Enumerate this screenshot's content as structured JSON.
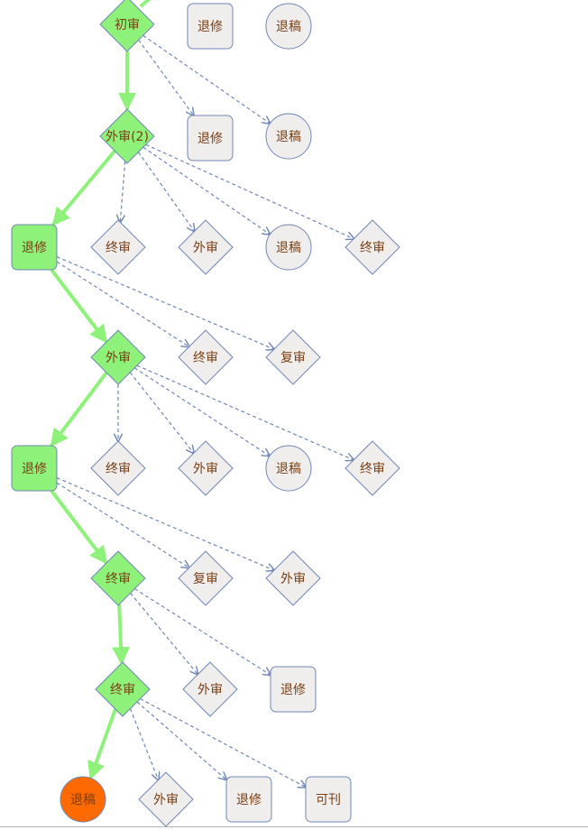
{
  "colors": {
    "path_fill": "#8ef27a",
    "path_edge": "#8ef27a",
    "alt_fill": "#f0eded",
    "node_stroke": "#6f87b7",
    "alt_edge": "#6f87b7",
    "label_color": "#7a3e12",
    "terminal_fill": "#ff6a00"
  },
  "diagram": {
    "nodes": [
      {
        "id": "n1",
        "label": "初审",
        "shape": "diamond",
        "state": "path"
      },
      {
        "id": "n1a",
        "label": "退修",
        "shape": "roundrect",
        "state": "alt"
      },
      {
        "id": "n1b",
        "label": "退稿",
        "shape": "circle",
        "state": "alt"
      },
      {
        "id": "n2",
        "label": "外审(2)",
        "shape": "diamond",
        "state": "path"
      },
      {
        "id": "n2a",
        "label": "退修",
        "shape": "roundrect",
        "state": "alt"
      },
      {
        "id": "n2b",
        "label": "退稿",
        "shape": "circle",
        "state": "alt"
      },
      {
        "id": "n3",
        "label": "退修",
        "shape": "roundrect",
        "state": "path"
      },
      {
        "id": "n3a",
        "label": "终审",
        "shape": "diamond",
        "state": "alt"
      },
      {
        "id": "n3b",
        "label": "外审",
        "shape": "diamond",
        "state": "alt"
      },
      {
        "id": "n3c",
        "label": "退稿",
        "shape": "circle",
        "state": "alt"
      },
      {
        "id": "n3d",
        "label": "终审",
        "shape": "diamond",
        "state": "alt"
      },
      {
        "id": "n4",
        "label": "外审",
        "shape": "diamond",
        "state": "path"
      },
      {
        "id": "n4a",
        "label": "终审",
        "shape": "diamond",
        "state": "alt"
      },
      {
        "id": "n4b",
        "label": "复审",
        "shape": "diamond",
        "state": "alt"
      },
      {
        "id": "n5",
        "label": "退修",
        "shape": "roundrect",
        "state": "path"
      },
      {
        "id": "n5a",
        "label": "终审",
        "shape": "diamond",
        "state": "alt"
      },
      {
        "id": "n5b",
        "label": "外审",
        "shape": "diamond",
        "state": "alt"
      },
      {
        "id": "n5c",
        "label": "退稿",
        "shape": "circle",
        "state": "alt"
      },
      {
        "id": "n5d",
        "label": "终审",
        "shape": "diamond",
        "state": "alt"
      },
      {
        "id": "n6",
        "label": "终审",
        "shape": "diamond",
        "state": "path"
      },
      {
        "id": "n6a",
        "label": "复审",
        "shape": "diamond",
        "state": "alt"
      },
      {
        "id": "n6b",
        "label": "外审",
        "shape": "diamond",
        "state": "alt"
      },
      {
        "id": "n7",
        "label": "终审",
        "shape": "diamond",
        "state": "path"
      },
      {
        "id": "n7a",
        "label": "外审",
        "shape": "diamond",
        "state": "alt"
      },
      {
        "id": "n7b",
        "label": "退修",
        "shape": "roundrect",
        "state": "alt"
      },
      {
        "id": "n8",
        "label": "退稿",
        "shape": "circle",
        "state": "terminal"
      },
      {
        "id": "n8a",
        "label": "外审",
        "shape": "diamond",
        "state": "alt"
      },
      {
        "id": "n8b",
        "label": "退修",
        "shape": "roundrect",
        "state": "alt"
      },
      {
        "id": "n8c",
        "label": "可刊",
        "shape": "roundrect",
        "state": "alt"
      }
    ],
    "edges": [
      {
        "from": "n1",
        "to": "n2",
        "type": "path"
      },
      {
        "from": "n1",
        "to": "n2a",
        "type": "alt"
      },
      {
        "from": "n1",
        "to": "n2b",
        "type": "alt"
      },
      {
        "from": "n2",
        "to": "n3",
        "type": "path"
      },
      {
        "from": "n2",
        "to": "n3a",
        "type": "alt"
      },
      {
        "from": "n2",
        "to": "n3b",
        "type": "alt"
      },
      {
        "from": "n2",
        "to": "n3c",
        "type": "alt"
      },
      {
        "from": "n2",
        "to": "n3d",
        "type": "alt"
      },
      {
        "from": "n3",
        "to": "n4",
        "type": "path"
      },
      {
        "from": "n3",
        "to": "n4a",
        "type": "alt"
      },
      {
        "from": "n3",
        "to": "n4b",
        "type": "alt"
      },
      {
        "from": "n4",
        "to": "n5",
        "type": "path"
      },
      {
        "from": "n4",
        "to": "n5a",
        "type": "alt"
      },
      {
        "from": "n4",
        "to": "n5b",
        "type": "alt"
      },
      {
        "from": "n4",
        "to": "n5c",
        "type": "alt"
      },
      {
        "from": "n4",
        "to": "n5d",
        "type": "alt"
      },
      {
        "from": "n5",
        "to": "n6",
        "type": "path"
      },
      {
        "from": "n5",
        "to": "n6a",
        "type": "alt"
      },
      {
        "from": "n5",
        "to": "n6b",
        "type": "alt"
      },
      {
        "from": "n6",
        "to": "n7",
        "type": "path"
      },
      {
        "from": "n6",
        "to": "n7a",
        "type": "alt"
      },
      {
        "from": "n6",
        "to": "n7b",
        "type": "alt"
      },
      {
        "from": "n7",
        "to": "n8",
        "type": "path"
      },
      {
        "from": "n7",
        "to": "n8a",
        "type": "alt"
      },
      {
        "from": "n7",
        "to": "n8b",
        "type": "alt"
      },
      {
        "from": "n7",
        "to": "n8c",
        "type": "alt"
      }
    ]
  }
}
